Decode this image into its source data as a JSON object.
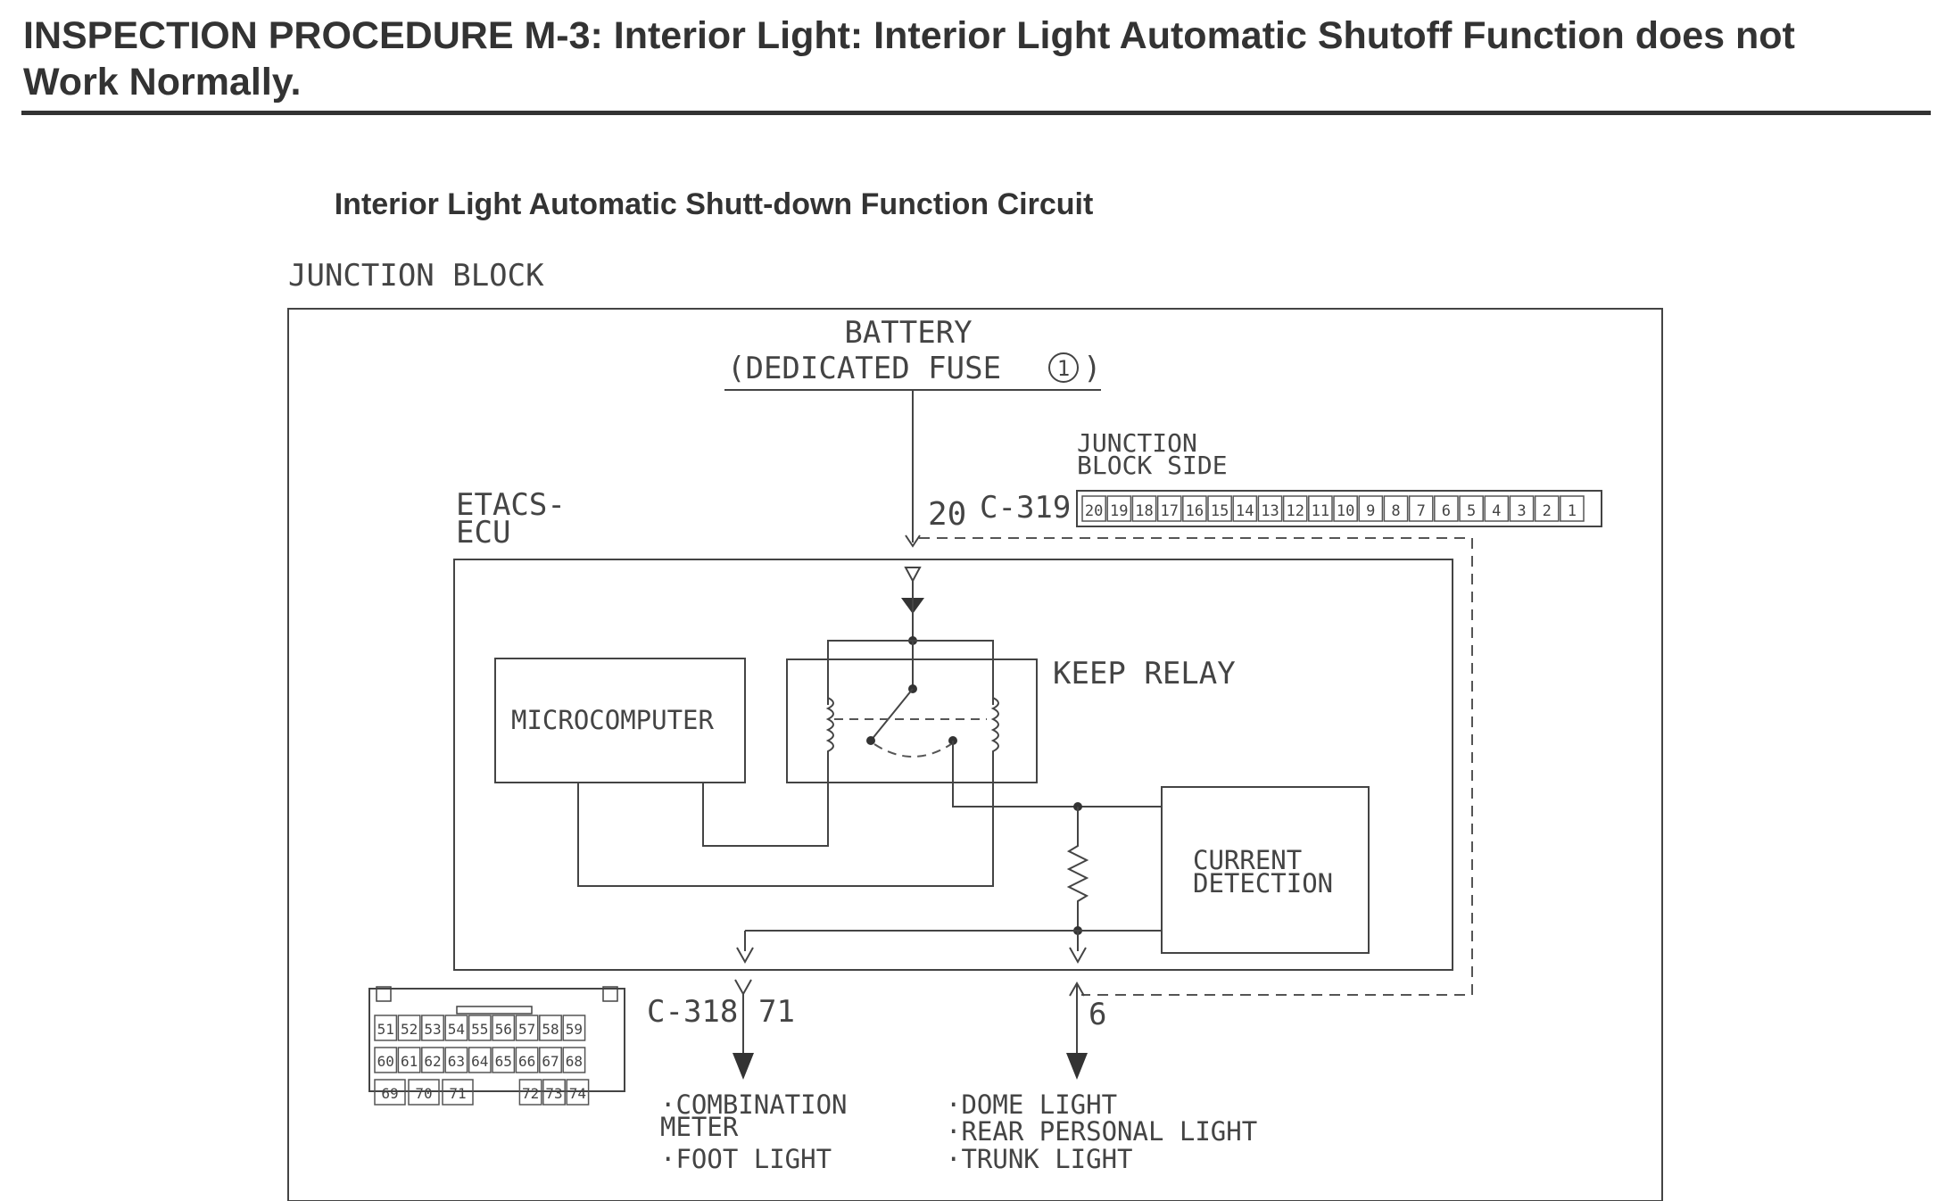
{
  "document": {
    "heading_line1": "INSPECTION PROCEDURE M-3: Interior Light: Interior Light Automatic Shutoff Function does not",
    "heading_line2": "Work Normally.",
    "circuit_title": "Interior Light Automatic Shutt-down Function Circuit"
  },
  "diagram": {
    "junction_block_label": "JUNCTION BLOCK",
    "battery_label": "BATTERY",
    "fuse_label": "(DEDICATED FUSE",
    "fuse_number": "1",
    "fuse_close": ")",
    "junction_block_side_line1": "JUNCTION",
    "junction_block_side_line2": "BLOCK SIDE",
    "etacs_line1": "ETACS-",
    "etacs_line2": "ECU",
    "pin_20": "20",
    "connector_c319": "C-319",
    "c319_pins": [
      "20",
      "19",
      "18",
      "17",
      "16",
      "15",
      "14",
      "13",
      "12",
      "11",
      "10",
      "9",
      "8",
      "7",
      "6",
      "5",
      "4",
      "3",
      "2",
      "1"
    ],
    "microcomputer_label": "MICROCOMPUTER",
    "keep_relay_label": "KEEP RELAY",
    "current_detection_line1": "CURRENT",
    "current_detection_line2": "DETECTION",
    "connector_c318": "C-318",
    "pin_71": "71",
    "pin_6": "6",
    "c318_rows": [
      [
        "51",
        "52",
        "53",
        "54",
        "55",
        "56",
        "57",
        "58",
        "59"
      ],
      [
        "60",
        "61",
        "62",
        "63",
        "64",
        "65",
        "66",
        "67",
        "68"
      ],
      [
        "69",
        "70",
        "71",
        "72",
        "73",
        "74"
      ]
    ],
    "left_outputs": [
      "·COMBINATION",
      "METER",
      "·FOOT LIGHT"
    ],
    "right_outputs": [
      "·DOME LIGHT",
      "·REAR PERSONAL LIGHT",
      "·TRUNK LIGHT"
    ]
  }
}
